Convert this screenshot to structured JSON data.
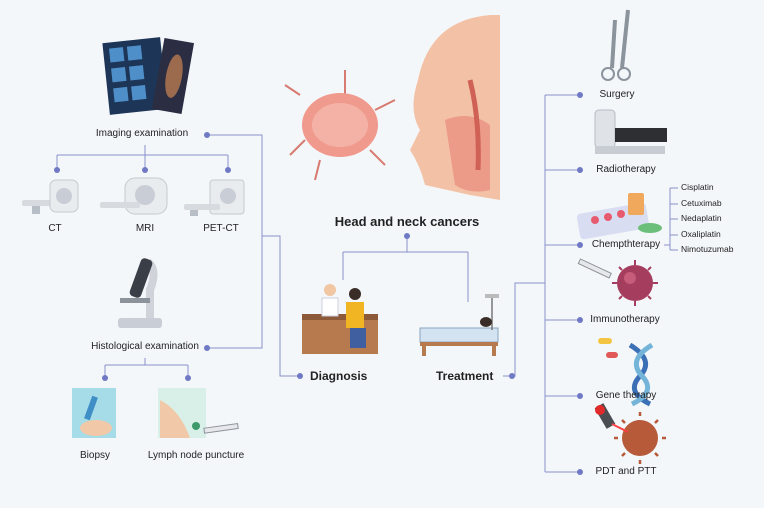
{
  "title": "Head and neck cancers",
  "diagnosis": {
    "label": "Diagnosis",
    "imaging": {
      "label": "Imaging examination",
      "items": [
        "CT",
        "MRI",
        "PET-CT"
      ]
    },
    "histology": {
      "label": "Histological examination",
      "items": [
        "Biopsy",
        "Lymph node puncture"
      ]
    }
  },
  "treatment": {
    "label": "Treatment",
    "items": [
      "Surgery",
      "Radiotherapy",
      "Chempthterapy",
      "Immunotherapy",
      "Gene therapy",
      "PDT and PTT"
    ],
    "chemo_drugs": [
      "Cisplatin",
      "Cetuximab",
      "Nedaplatin",
      "Oxaliplatin",
      "Nimotuzumab"
    ]
  },
  "colors": {
    "connector": "#7f86c9",
    "dot": "#6f79c4",
    "background": "#f4f7fa"
  }
}
